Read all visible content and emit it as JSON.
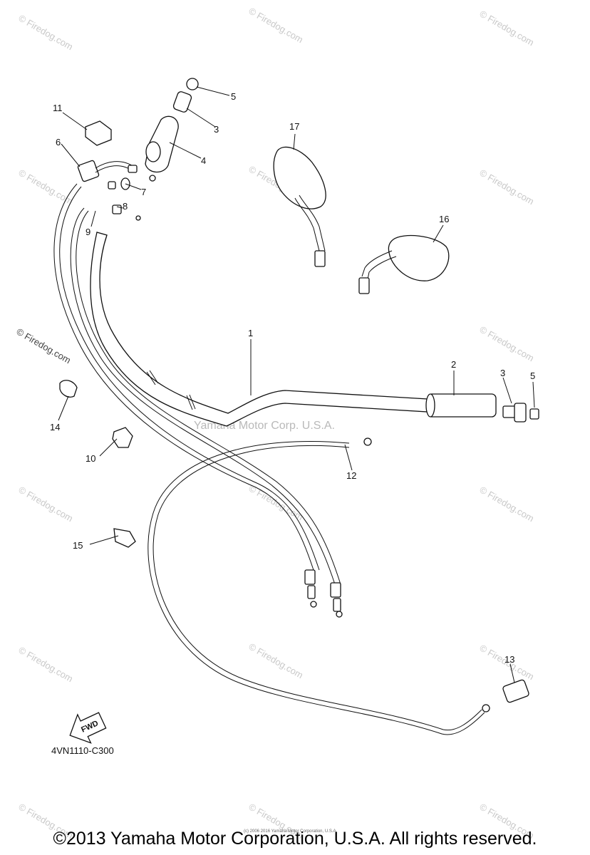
{
  "watermark": "© Firedog.com",
  "center_watermark": "Yamaha Motor Corp. U.S.A.",
  "diagram_code": "4VN1110-C300",
  "fwd_label": "FWD",
  "small_print": "(c) 2006 2016 Yamaha Motor Corporation, U.S.A.",
  "copyright": "©2013 Yamaha Motor Corporation, U.S.A. All rights reserved.",
  "callouts": [
    {
      "id": "1",
      "label": "1"
    },
    {
      "id": "2",
      "label": "2"
    },
    {
      "id": "3a",
      "label": "3"
    },
    {
      "id": "3b",
      "label": "3"
    },
    {
      "id": "4",
      "label": "4"
    },
    {
      "id": "5a",
      "label": "5"
    },
    {
      "id": "5b",
      "label": "5"
    },
    {
      "id": "6",
      "label": "6"
    },
    {
      "id": "7",
      "label": "7"
    },
    {
      "id": "8",
      "label": "8"
    },
    {
      "id": "9",
      "label": "9"
    },
    {
      "id": "10",
      "label": "10"
    },
    {
      "id": "11",
      "label": "11"
    },
    {
      "id": "12",
      "label": "12"
    },
    {
      "id": "13",
      "label": "13"
    },
    {
      "id": "14",
      "label": "14"
    },
    {
      "id": "15",
      "label": "15"
    },
    {
      "id": "16",
      "label": "16"
    },
    {
      "id": "17",
      "label": "17"
    }
  ]
}
